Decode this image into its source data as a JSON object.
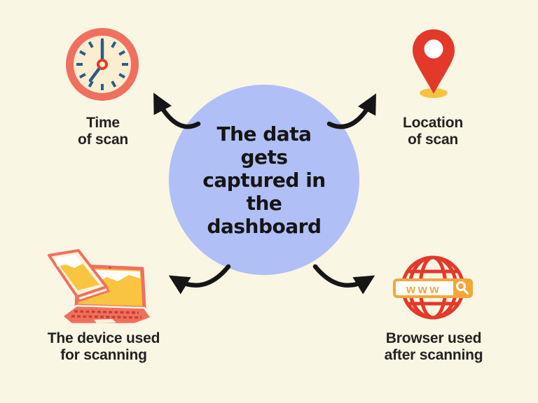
{
  "diagram": {
    "center": {
      "lines": [
        "The data",
        "gets",
        "captured in",
        "the",
        "dashboard"
      ]
    },
    "nodes": [
      {
        "id": "time",
        "icon": "clock-icon",
        "label_lines": [
          "Time",
          "of scan"
        ]
      },
      {
        "id": "location",
        "icon": "location-pin-icon",
        "label_lines": [
          "Location",
          "of scan"
        ]
      },
      {
        "id": "device",
        "icon": "laptop-icon",
        "label_lines": [
          "The device used",
          "for scanning"
        ]
      },
      {
        "id": "browser",
        "icon": "globe-www-icon",
        "label_lines": [
          "Browser used",
          "after scanning"
        ],
        "search_bar_text": "www"
      }
    ],
    "colors": {
      "background": "#faf6e4",
      "circle": "#b1bff7",
      "text": "#1c1c1c",
      "salmon": "#f0705f",
      "red": "#e2392b",
      "yellow": "#f6c242",
      "laptop_screen_yellow": "#f9c440",
      "orange": "#f2a73b",
      "clock_ticks_blue": "#2d5c85",
      "clock_face_cream": "#f9eed0",
      "arrow_black": "#161616"
    }
  }
}
